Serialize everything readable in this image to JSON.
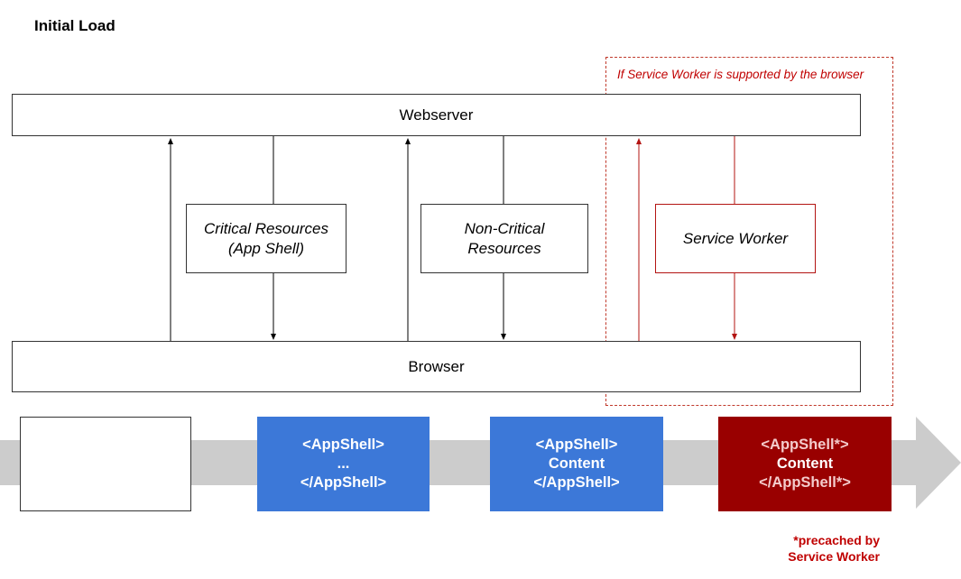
{
  "title": "Initial Load",
  "webserver": {
    "label": "Webserver"
  },
  "browser": {
    "label": "Browser"
  },
  "resources": {
    "critical": {
      "line1": "Critical Resources",
      "line2": "(App Shell)"
    },
    "noncritical": {
      "line1": "Non-Critical",
      "line2": "Resources"
    },
    "service_worker": {
      "label": "Service Worker"
    }
  },
  "service_worker_region": {
    "note": "If Service Worker is supported by the browser"
  },
  "timeline": {
    "stages": [
      {
        "lines": []
      },
      {
        "lines": [
          "<AppShell>",
          "...",
          "</AppShell>"
        ]
      },
      {
        "lines": [
          "<AppShell>",
          "Content",
          "</AppShell>"
        ]
      },
      {
        "lines": [
          "<AppShell*>",
          "Content",
          "</AppShell*>"
        ]
      }
    ],
    "footnote": {
      "line1": "*precached by",
      "line2": "Service Worker"
    }
  },
  "colors": {
    "blue_stage": "#3c78d8",
    "red_stage": "#990000",
    "red_accent": "#c00000",
    "timeline_arrow": "#cccccc"
  }
}
